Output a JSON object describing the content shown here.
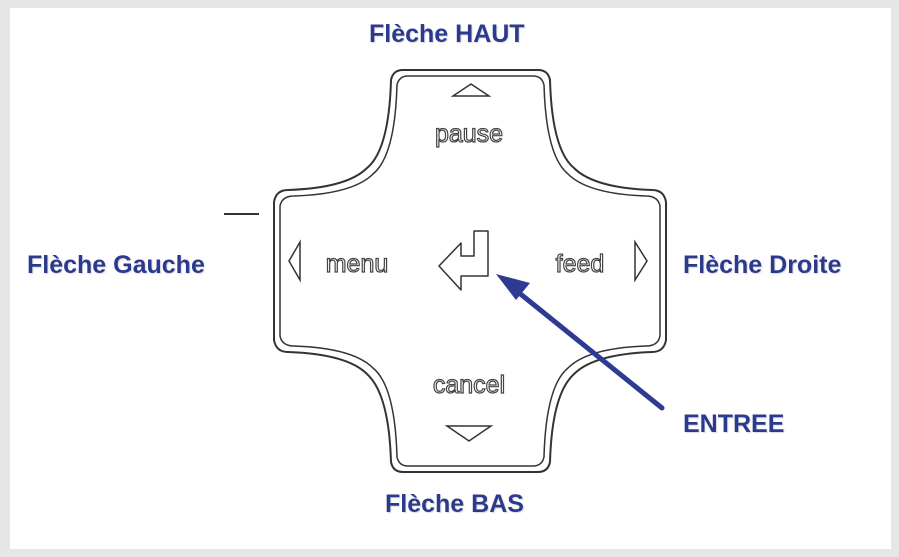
{
  "callouts": {
    "up": "Flèche HAUT",
    "down": "Flèche BAS",
    "left": "Flèche Gauche",
    "right": "Flèche Droite",
    "enter": "ENTREE"
  },
  "keys": {
    "pause": "pause",
    "cancel": "cancel",
    "menu": "menu",
    "feed": "feed"
  },
  "icons": {
    "up": "triangle-up-icon",
    "down": "triangle-down-icon",
    "left": "triangle-left-icon",
    "right": "triangle-right-icon",
    "enter": "enter-arrow-icon"
  },
  "colors": {
    "callout_text": "#2b3a8f",
    "pointer_arrow": "#2e3b93",
    "outline": "#333333"
  }
}
